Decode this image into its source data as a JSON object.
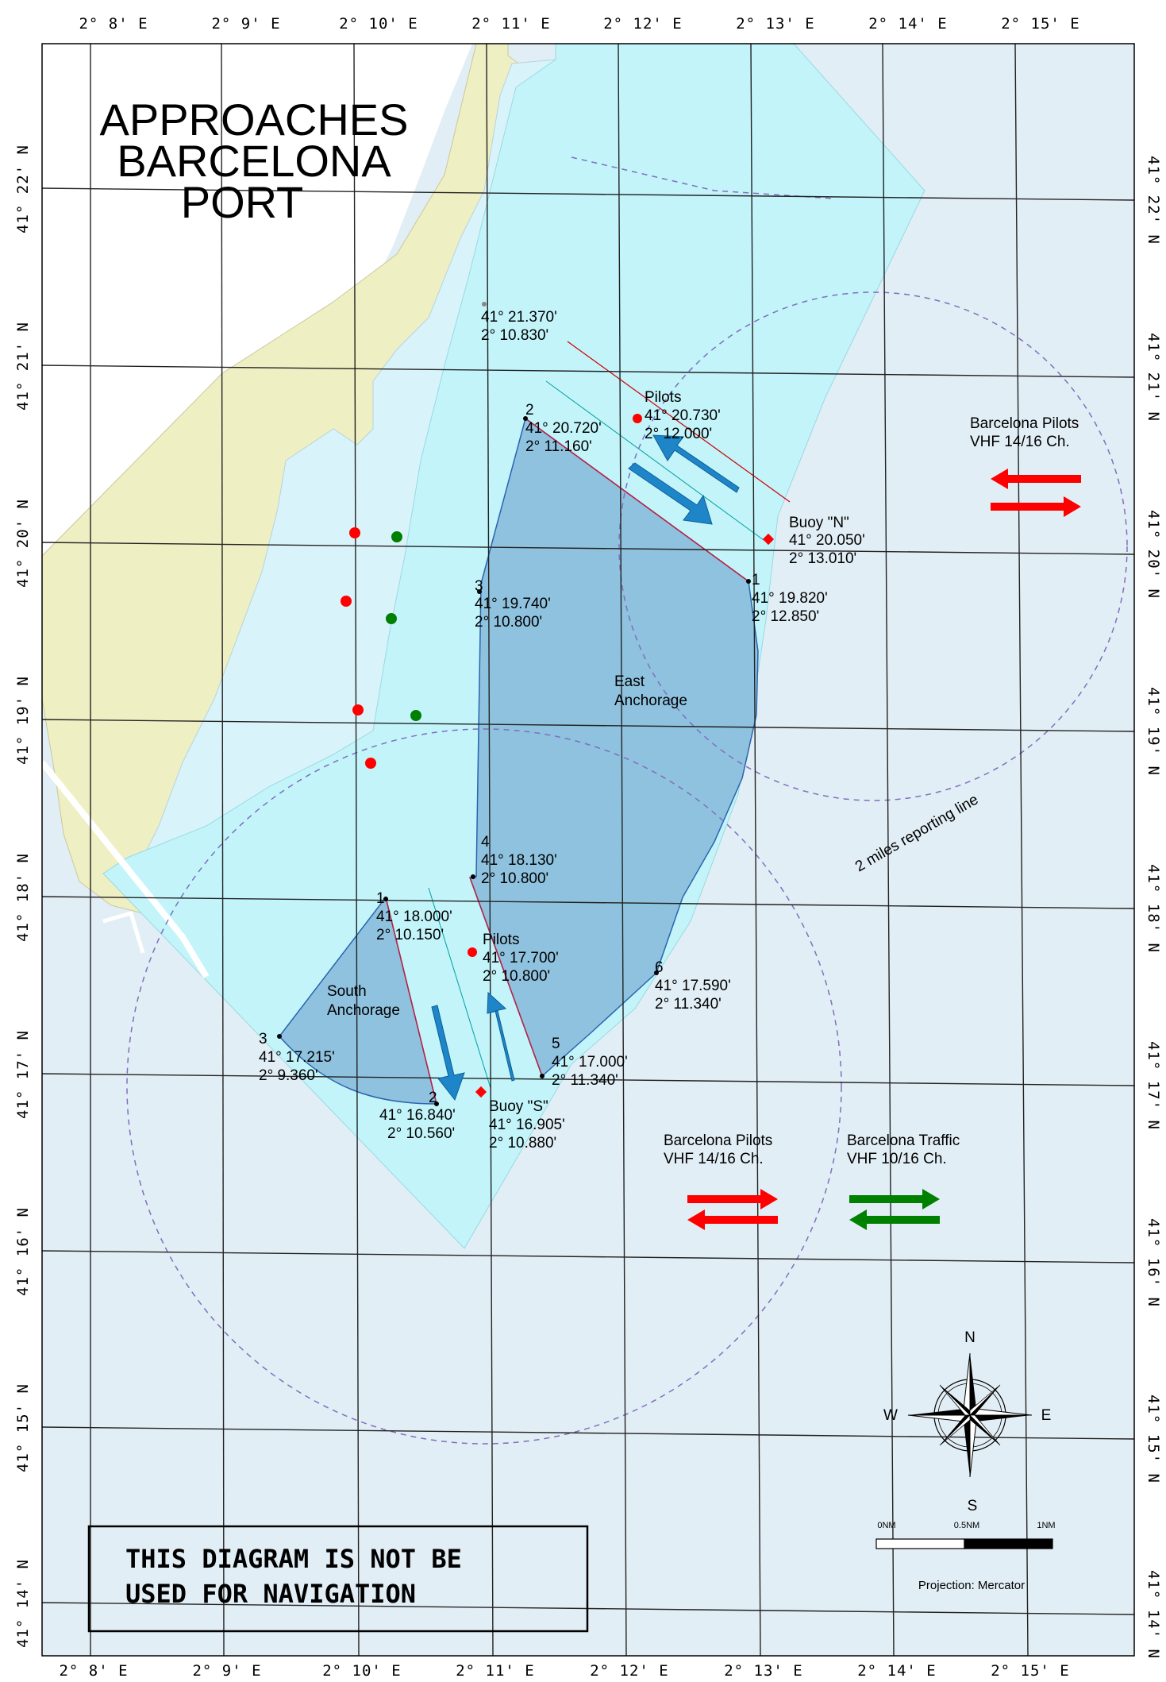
{
  "title": {
    "line1": "APPROACHES",
    "line2": "BARCELONA",
    "line3": "PORT"
  },
  "longitude_labels_top": [
    "2° 8' E",
    "2° 9' E",
    "2° 10' E",
    "2° 11' E",
    "2° 12' E",
    "2° 13' E",
    "2° 14' E",
    "2° 15' E"
  ],
  "longitude_labels_bottom": [
    "2° 8' E",
    "2° 9' E",
    "2° 10' E",
    "2° 11' E",
    "2° 12' E",
    "2° 13' E",
    "2° 14' E",
    "2° 15' E"
  ],
  "latitude_labels": [
    "41° 22' N",
    "41° 21' N",
    "41° 20' N",
    "41° 19' N",
    "41° 18' N",
    "41° 17' N",
    "41° 16' N",
    "41° 15' N",
    "41° 14' N"
  ],
  "points": {
    "p_pier": {
      "lat": "41° 21.370'",
      "lon": "2° 10.830'"
    },
    "east_2": {
      "num": "2",
      "lat": "41° 20.720'",
      "lon": "2° 11.160'"
    },
    "east_1": {
      "num": "1",
      "lat": "41° 19.820'",
      "lon": "2° 12.850'"
    },
    "east_3": {
      "num": "3",
      "lat": "41° 19.740'",
      "lon": "2° 10.800'"
    },
    "east_4": {
      "num": "4",
      "lat": "41° 18.130'",
      "lon": "2° 10.800'"
    },
    "east_6": {
      "num": "6",
      "lat": "41° 17.590'",
      "lon": "2° 11.340'"
    },
    "east_5": {
      "num": "5",
      "lat": "41° 17.000'",
      "lon": "2° 11.340'"
    },
    "south_1": {
      "num": "1",
      "lat": "41° 18.000'",
      "lon": "2° 10.150'"
    },
    "south_3": {
      "num": "3",
      "lat": "41° 17.215'",
      "lon": "2° 9.360'"
    },
    "south_2": {
      "num": "2",
      "lat": "41° 16.840'",
      "lon": "2° 10.560'"
    }
  },
  "pilots_north": {
    "name": "Pilots",
    "lat": "41° 20.730'",
    "lon": "2° 12.000'"
  },
  "pilots_south": {
    "name": "Pilots",
    "lat": "41° 17.700'",
    "lon": "2° 10.800'"
  },
  "buoy_n": {
    "name": "Buoy \"N\"",
    "lat": "41° 20.050'",
    "lon": "2° 13.010'"
  },
  "buoy_s": {
    "name": "Buoy \"S\"",
    "lat": "41° 16.905'",
    "lon": "2° 10.880'"
  },
  "east_anchorage": {
    "line1": "East",
    "line2": "Anchorage"
  },
  "south_anchorage": {
    "line1": "South",
    "line2": "Anchorage"
  },
  "reporting_line": "2 miles reporting line",
  "radio_pilots_north": {
    "line1": "Barcelona Pilots",
    "line2": "VHF 14/16 Ch."
  },
  "radio_pilots_south": {
    "line1": "Barcelona Pilots",
    "line2": "VHF 14/16 Ch."
  },
  "radio_traffic": {
    "line1": "Barcelona Traffic",
    "line2": "VHF 10/16 Ch."
  },
  "compass": {
    "n": "N",
    "s": "S",
    "e": "E",
    "w": "W"
  },
  "scale": {
    "zero": "0NM",
    "half": "0.5NM",
    "one": "1NM"
  },
  "projection": "Projection: Mercator",
  "disclaimer": {
    "line1": "THIS DIAGRAM IS NOT BE",
    "line2": "USED FOR NAVIGATION"
  },
  "colors": {
    "land": "#efefc4",
    "harbor_water": "#d9f3fa",
    "approach_zone": "#c2f4fa",
    "sea": "#e2eef5",
    "anchorage": "#8fc2df",
    "red": "#ff0000",
    "green": "#008000",
    "arrow_blue": "#1e86c8"
  }
}
